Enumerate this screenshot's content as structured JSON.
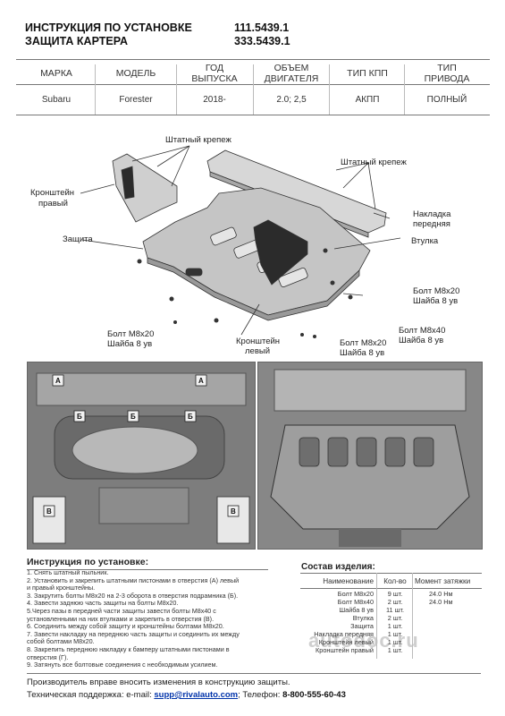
{
  "header": {
    "title_line1": "ИНСТРУКЦИЯ ПО УСТАНОВКЕ",
    "title_line2": "ЗАЩИТА КАРТЕРА",
    "code1": "111.5439.1",
    "code2": "333.5439.1"
  },
  "spec_table": {
    "columns": [
      {
        "head1": "МАРКА",
        "head2": "",
        "value": "Subaru"
      },
      {
        "head1": "МОДЕЛЬ",
        "head2": "",
        "value": "Forester"
      },
      {
        "head1": "ГОД",
        "head2": "ВЫПУСКА",
        "value": "2018-"
      },
      {
        "head1": "ОБЪЕМ",
        "head2": "ДВИГАТЕЛЯ",
        "value": "2.0; 2,5"
      },
      {
        "head1": "ТИП КПП",
        "head2": "",
        "value": "АКПП"
      },
      {
        "head1": "ТИП",
        "head2": "ПРИВОДА",
        "value": "ПОЛНЫЙ"
      }
    ]
  },
  "diagram": {
    "callouts": {
      "std_fastener_1": "Штатный крепеж",
      "std_fastener_2": "Штатный крепеж",
      "bracket_right_1": "Кронштейн",
      "bracket_right_2": "правый",
      "front_cover_1": "Накладка",
      "front_cover_2": "передняя",
      "guard": "Защита",
      "bushing": "Втулка",
      "bolt_m8x20_a_1": "Болт M8x20",
      "bolt_m8x20_a_2": "Шайба 8 ув",
      "bolt_m8x20_b_1": "Болт M8x20",
      "bolt_m8x20_b_2": "Шайба 8 ув",
      "bolt_m8x20_c_1": "Болт M8x20",
      "bolt_m8x20_c_2": "Шайба 8 ув",
      "bolt_m8x40_1": "Болт M8x40",
      "bolt_m8x40_2": "Шайба 8 ув",
      "bracket_left_1": "Кронштейн",
      "bracket_left_2": "левый"
    },
    "photo_labels": [
      "А",
      "А",
      "Б",
      "Б",
      "Б",
      "В",
      "В"
    ]
  },
  "instructions": {
    "title": "Инструкция по установке:",
    "steps": [
      "1. Снять штатный пыльник.",
      "2. Установить и закрепить штатными пистонами в отверстия (А) левый",
      "и правый кронштейны.",
      "3. Закрутить болты M8x20 на 2-3 оборота в отверстия подрамника (Б).",
      "4. Завести заднюю часть защиты на болты M8x20.",
      "5.Через пазы в передней части защиты завести болты M8x40 с",
      "установленными на них втулками и закрепить в отверстия (В).",
      "6. Соединить между собой защиту и кронштейны болтами M8x20.",
      "7. Завести накладку на переднюю часть защиты и соединить их между",
      "собой болтами M8x20.",
      "8. Закрепить переднюю накладку к бамперу штатными пистонами в",
      "отверстия (Г).",
      "9. Затянуть все болтовые соединения с необходимым усилием."
    ]
  },
  "composition": {
    "title": "Состав изделия:",
    "headers": {
      "name": "Наименование",
      "qty": "Кол-во",
      "torque": "Момент затяжки"
    },
    "rows": [
      {
        "name": "Болт M8x20",
        "qty": "9 шт.",
        "torque": "24.0 Нм"
      },
      {
        "name": "Болт M8x40",
        "qty": "2 шт.",
        "torque": "24.0 Нм"
      },
      {
        "name": "Шайба 8 ув",
        "qty": "11 шт.",
        "torque": ""
      },
      {
        "name": "Втулка",
        "qty": "2 шт.",
        "torque": ""
      },
      {
        "name": "Защита",
        "qty": "1 шт.",
        "torque": ""
      },
      {
        "name": "Накладка передняя",
        "qty": "1 шт.",
        "torque": ""
      },
      {
        "name": "Кронштейн левый",
        "qty": "1 шт.",
        "torque": ""
      },
      {
        "name": "Кронштейн правый",
        "qty": "1 шт.",
        "torque": ""
      }
    ]
  },
  "watermark": "autodoc.ru",
  "footer": {
    "line1": "Производитель вправе вносить изменения в конструкцию защиты.",
    "support_label": "Техническая поддержка:  e-mail: ",
    "email": "supp@rivalauto.com",
    "phone_label": "; Телефон: ",
    "phone": "8-800-555-60-43"
  }
}
